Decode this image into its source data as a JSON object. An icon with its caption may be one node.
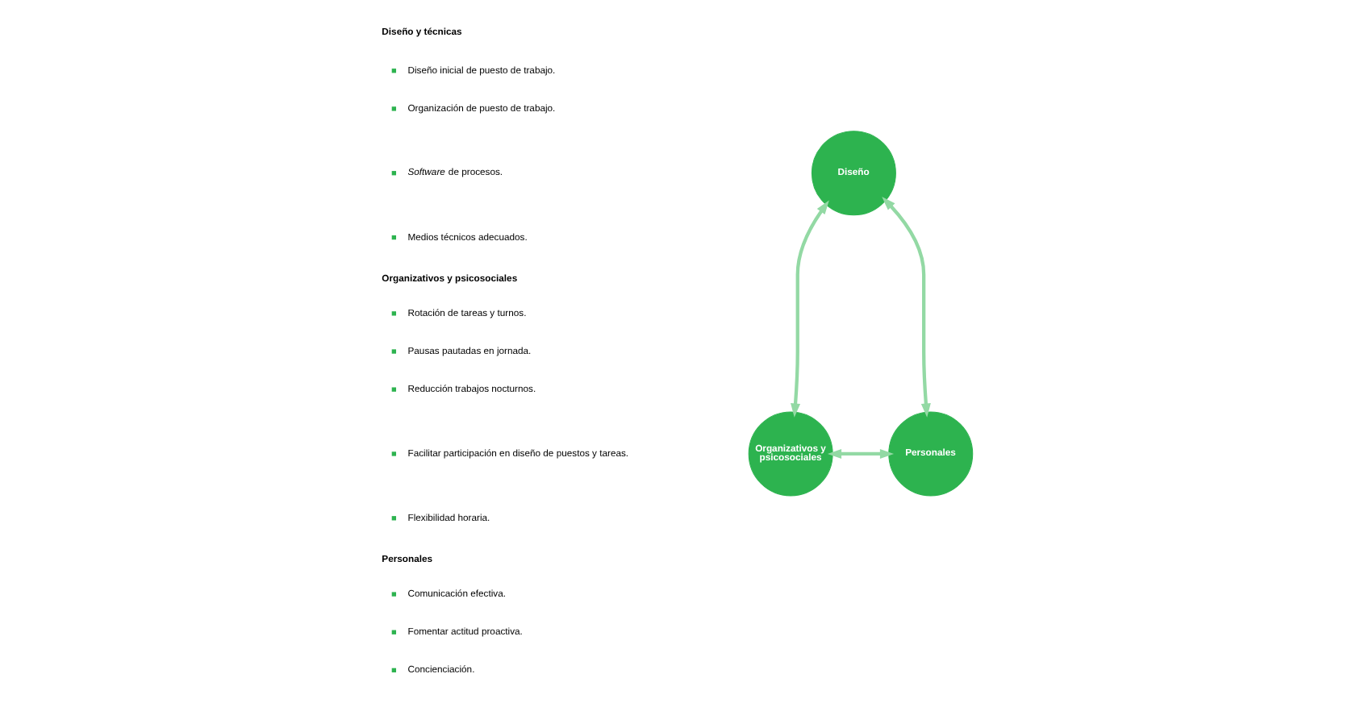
{
  "diagram": {
    "nodes": [
      {
        "text": [
          "Diseño"
        ]
      },
      {
        "text": [
          "Organizativos y psicosociales"
        ]
      },
      {
        "text": [
          "Personales"
        ]
      }
    ],
    "edges": [
      {
        "from": 0,
        "to": 1,
        "arrow": "both"
      },
      {
        "from": 0,
        "to": 2,
        "arrow": "both"
      },
      {
        "from": 1,
        "to": 2,
        "arrow": "both"
      }
    ],
    "labels": [
      "Diseño y técnicas",
      "Diseño inicial de puesto de trabajo.",
      "Organización de puesto de trabajo.",
      "*Software* de procesos.",
      "Medios técnicos adecuados.",
      "Organizativos y psicosociales",
      "Rotación de tareas y turnos.",
      "Pausas pautadas en jornada.",
      "Reducción trabajos nocturnos.",
      "Facilitar participación en diseño de puestos y tareas.",
      "Flexibilidad horaria.",
      "Personales",
      "Comunicación efectiva.",
      "Fomentar actitud proactiva.",
      "Concienciación."
    ]
  }
}
